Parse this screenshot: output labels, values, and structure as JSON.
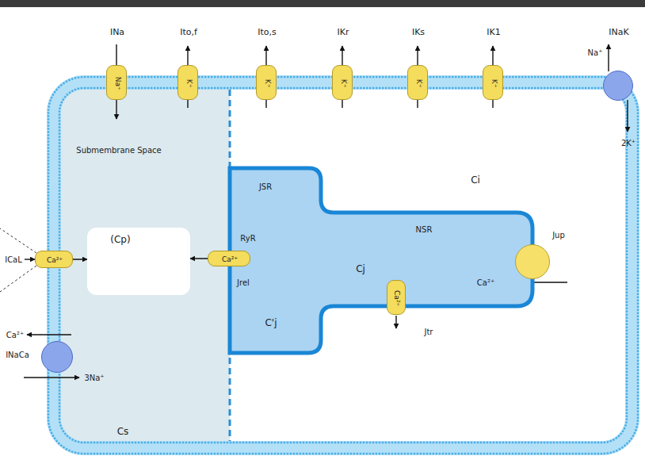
{
  "diagram": {
    "nodes": [
      {
        "text": [
          "Ci"
        ]
      },
      {
        "text": [
          "INa",
          "Na⁺"
        ],
        "in": 0
      },
      {
        "text": [
          "Ito,f",
          "K⁺"
        ],
        "in": 0
      },
      {
        "text": [
          "Ito,s",
          "K⁺"
        ],
        "in": 0
      },
      {
        "text": [
          "IKr",
          "K⁺"
        ],
        "in": 0
      },
      {
        "text": [
          "IKs",
          "K⁺"
        ],
        "in": 0
      },
      {
        "text": [
          "IK1",
          "K⁺"
        ],
        "in": 0
      },
      {
        "text": [
          "INaK",
          "Na⁺",
          "2K⁺"
        ],
        "in": 0
      },
      {
        "text": [
          "Submembrane Space",
          "Cs"
        ],
        "in": 0
      },
      {
        "text": [
          "(Cp)"
        ],
        "in": 8
      },
      {
        "text": [
          "ICaL",
          "Ca²⁺"
        ],
        "in": 0
      },
      {
        "text": [
          "Ca²⁺",
          "INaCa",
          "3Na⁺"
        ],
        "in": 0
      },
      {
        "text": [
          "JSR",
          "NSR",
          "Cj",
          "C'j"
        ],
        "in": 0
      },
      {
        "text": [
          "RyR",
          "Ca²⁺",
          "Jrel"
        ],
        "in": 12
      },
      {
        "text": [
          "Ca²⁺",
          "Jtr"
        ],
        "in": 12
      },
      {
        "text": [
          "Jup",
          "Ca²⁺"
        ],
        "in": 12
      }
    ],
    "edges": [
      {
        "from": 10,
        "to": 9,
        "arrow": "to"
      },
      {
        "from": 13,
        "to": 9,
        "arrow": "to"
      }
    ]
  }
}
